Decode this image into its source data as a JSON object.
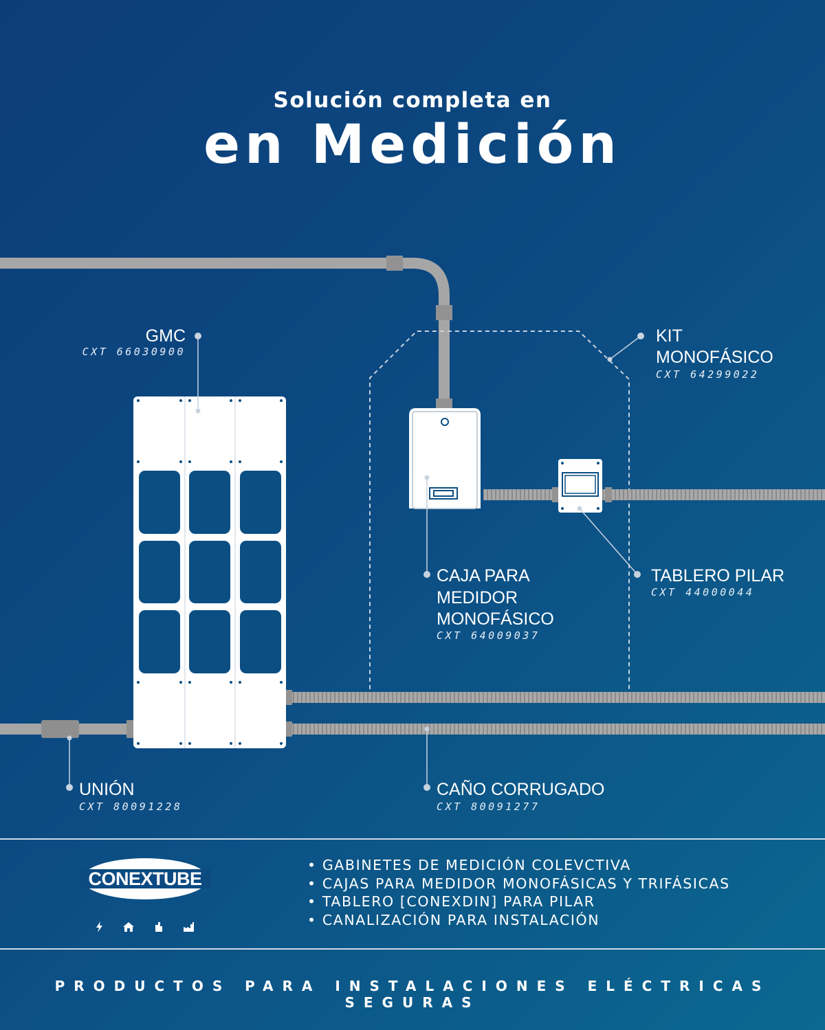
{
  "title": {
    "line1": "Solución completa en",
    "line2": "en Medición"
  },
  "labels": {
    "gmc": {
      "name": "GMC",
      "code": "CXT 66030900"
    },
    "kit": {
      "name_line1": "KIT",
      "name_line2": "MONOFÁSICO",
      "code": "CXT 64299022"
    },
    "caja": {
      "name_line1": "CAJA PARA",
      "name_line2": "MEDIDOR",
      "name_line3": "MONOFÁSICO",
      "code": "CXT 64009037"
    },
    "tablero": {
      "name": "TABLERO PILAR",
      "code": "CXT 44000044"
    },
    "union": {
      "name": "UNIÓN",
      "code": "CXT 80091228"
    },
    "cano": {
      "name": "CAÑO CORRUGADO",
      "code": "CXT 80091277"
    }
  },
  "brand": {
    "name": "CONEXTUBE",
    "icons": [
      "bolt-icon",
      "home-icon",
      "building-icon",
      "factory-icon"
    ]
  },
  "features": [
    "GABINETES DE MEDICIÓN COLEVCTIVA",
    "CAJAS PARA MEDIDOR MONOFÁSICAS Y TRIFÁSICAS",
    "TABLERO [CONEXDIN] PARA PILAR",
    "CANALIZACIÓN PARA INSTALACIÓN"
  ],
  "footer": "PRODUCTOS PARA INSTALACIONES ELÉCTRICAS SEGURAS",
  "colors": {
    "background_start": "#0c3d78",
    "background_end": "#0b6891",
    "pipe": "#a6a6a6",
    "text": "#ffffff"
  }
}
